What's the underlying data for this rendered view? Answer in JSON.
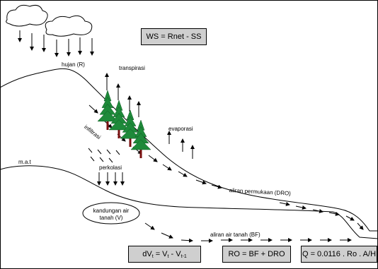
{
  "labels": {
    "rain": "hujan (R)",
    "transpiration": "transpirasi",
    "infiltration": "infiltrasi",
    "evaporation": "evaporasi",
    "water_table": "m.a.t",
    "percolation": "perkolasi",
    "surface_flow": "aliran permukaan (DRO)",
    "groundwater_storage": "kandungan air\ntanah (V)",
    "groundwater_flow": "aliran air tanah (BF)"
  },
  "formulas": {
    "water_surplus": "WS = Rnet - SS",
    "storage_change": {
      "lhs": "dV",
      "sub1": "t",
      "mid": " = V",
      "sub2": "t",
      "tail": " - V",
      "sub3": "t-1"
    },
    "runoff": "RO = BF + DRO",
    "discharge": "Q = 0.0116 . Ro . A/H"
  },
  "colors": {
    "tree_green": "#1e8a3a",
    "trunk": "#7a1010",
    "box_fill": "#cfcfcf"
  }
}
